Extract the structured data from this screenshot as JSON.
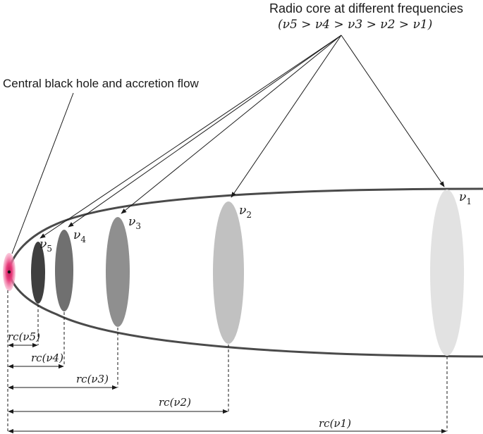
{
  "labels": {
    "title_line1": "Radio core at different frequencies",
    "title_line2": "(ν5 > ν4 > ν3 > ν2 > ν1)",
    "black_hole": "Central black hole and accretion flow"
  },
  "cores": [
    {
      "nu": "ν",
      "sub": "1",
      "r_label": "rc(ν1)",
      "color": "#e2e2e2"
    },
    {
      "nu": "ν",
      "sub": "2",
      "r_label": "rc(ν2)",
      "color": "#c1c1c1"
    },
    {
      "nu": "ν",
      "sub": "3",
      "r_label": "rc(ν3)",
      "color": "#8f8f8f"
    },
    {
      "nu": "ν",
      "sub": "4",
      "r_label": "rc(ν4)",
      "color": "#707070"
    },
    {
      "nu": "ν",
      "sub": "5",
      "r_label": "rc(ν5)",
      "color": "#3f3f3f"
    }
  ],
  "colors": {
    "jet_outline": "#4a4a4a",
    "black_hole_glow": "#e83e7c",
    "text": "#1a1a1a"
  }
}
